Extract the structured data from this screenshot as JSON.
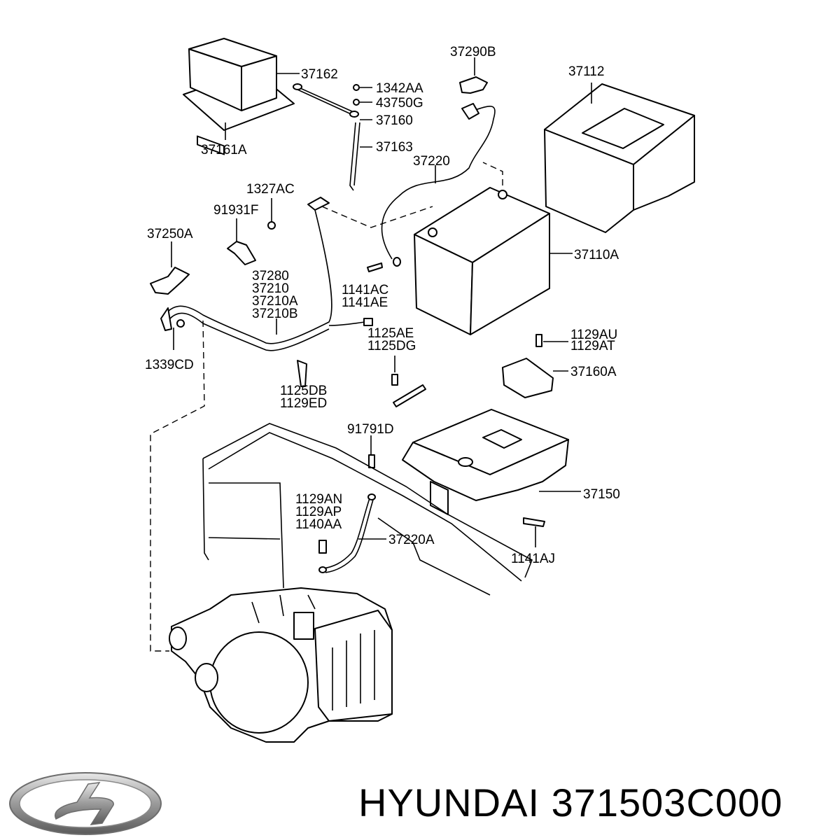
{
  "footer": {
    "title": "HYUNDAI 371503C000",
    "logo": "hyundai-logo"
  },
  "callouts": [
    "37162",
    "37161A",
    "1342AA",
    "43750G",
    "37160",
    "37163",
    "37290B",
    "37112",
    "37220",
    "1327AC",
    "91931F",
    "37250A",
    "37280",
    "37210",
    "37210A",
    "37210B",
    "1141AC",
    "1141AE",
    "37110A",
    "1339CD",
    "1125AE",
    "1125DG",
    "1129AU",
    "1129AT",
    "37160A",
    "1125DB",
    "1129ED",
    "91791D",
    "37150",
    "1129AN",
    "1129AP",
    "1140AA",
    "37220A",
    "1141AJ"
  ]
}
